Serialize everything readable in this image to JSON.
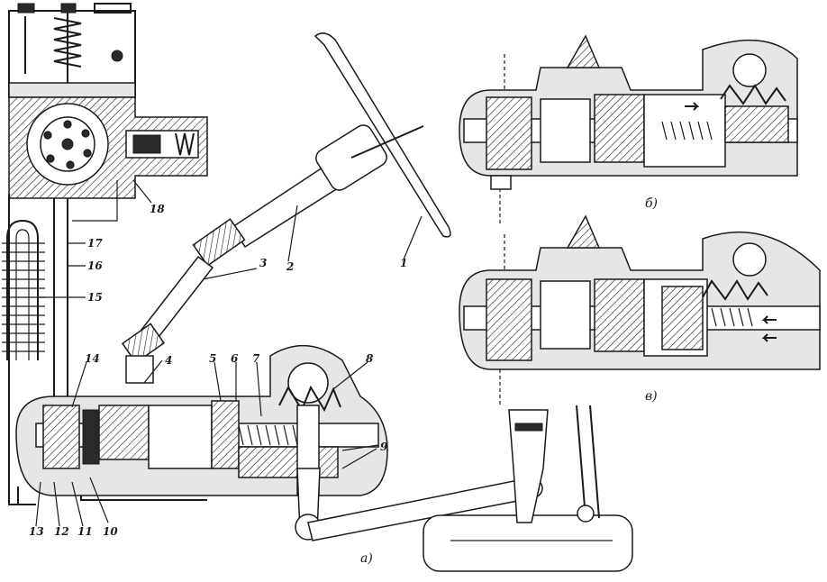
{
  "callouts": {
    "n1": "1",
    "n2": "2",
    "n3": "3",
    "n4": "4",
    "n5": "5",
    "n6": "6",
    "n7": "7",
    "n8": "8",
    "n9": "9",
    "n10": "10",
    "n11": "11",
    "n12": "12",
    "n13": "13",
    "n14": "14",
    "n15": "15",
    "n16": "16",
    "n17": "17",
    "n18": "18"
  },
  "captions": {
    "main": "а)",
    "top_right": "б)",
    "bottom_right": "в)"
  },
  "colors": {
    "ink": "#1a1a1a",
    "oil_fill": "#e6e6e6",
    "paper": "#ffffff"
  }
}
